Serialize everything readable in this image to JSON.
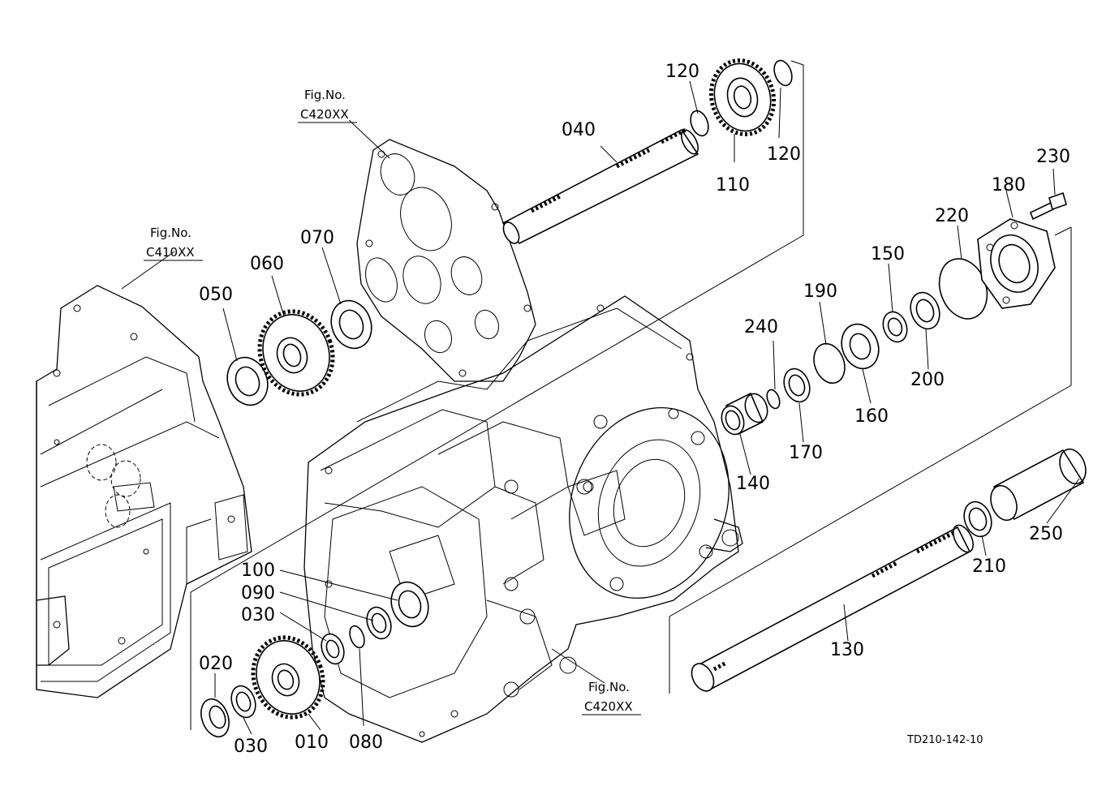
{
  "diagram": {
    "drawing_code": "TD210-142-10",
    "figure_refs": [
      {
        "id": "fig-c420xx-top",
        "label": "Fig.No.",
        "code": "C420XX"
      },
      {
        "id": "fig-c410xx",
        "label": "Fig.No.",
        "code": "C410XX"
      },
      {
        "id": "fig-c420xx-bottom",
        "label": "Fig.No.",
        "code": "C420XX"
      }
    ],
    "part_numbers": {
      "p010": "010",
      "p020": "020",
      "p030a": "030",
      "p030b": "030",
      "p040": "040",
      "p050": "050",
      "p060": "060",
      "p070": "070",
      "p080": "080",
      "p090": "090",
      "p100": "100",
      "p110": "110",
      "p120a": "120",
      "p120b": "120",
      "p130": "130",
      "p140": "140",
      "p150": "150",
      "p160": "160",
      "p170": "170",
      "p180": "180",
      "p190": "190",
      "p200": "200",
      "p210": "210",
      "p220": "220",
      "p230": "230",
      "p240": "240",
      "p250": "250"
    }
  }
}
